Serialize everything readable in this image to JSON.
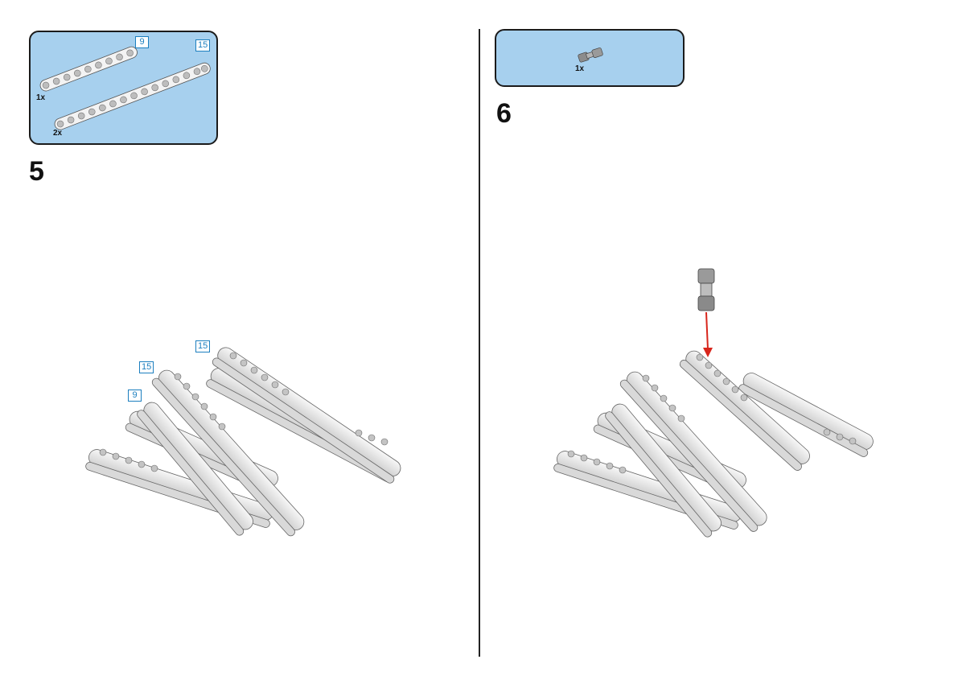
{
  "step5": {
    "number": "5",
    "parts": [
      {
        "qty": "1x",
        "length": "9"
      },
      {
        "qty": "2x",
        "length": "15"
      }
    ],
    "tags": [
      "15",
      "15",
      "9"
    ]
  },
  "step6": {
    "number": "6",
    "parts": [
      {
        "qty": "1x",
        "icon": "axle-pin-icon"
      }
    ]
  },
  "colors": {
    "callout_bg": "#a7d0ee",
    "tag_blue": "#1c7fbf",
    "arrow_red": "#d8261c",
    "beam_light": "#ededed"
  }
}
